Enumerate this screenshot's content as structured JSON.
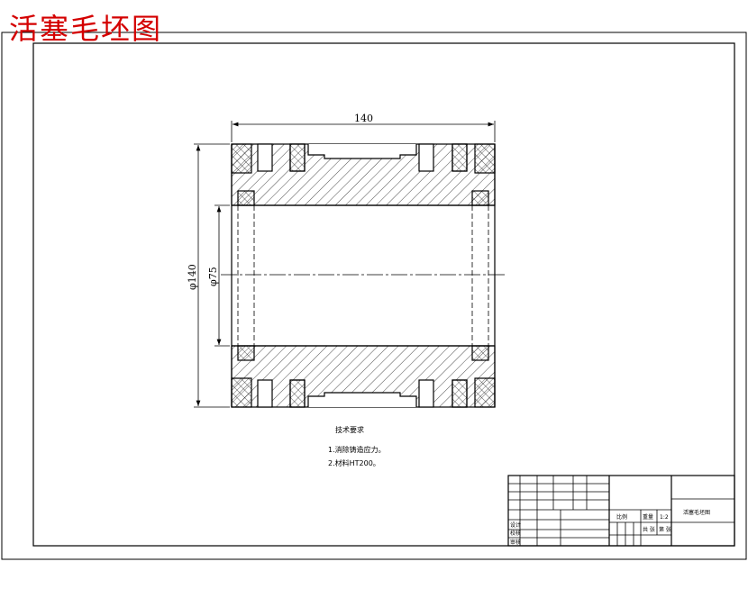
{
  "title": "活塞毛坯图",
  "dimensions": {
    "length": "140",
    "outer_diameter": "φ140",
    "inner_diameter": "φ75"
  },
  "notes": {
    "heading": "技术要求",
    "items": [
      "1.消除铸造应力。",
      "2.材料HT200。"
    ]
  },
  "title_block": {
    "part_name": "活塞毛坯图",
    "design": "设计",
    "check": "校核",
    "approve": "审核",
    "weight": "重量",
    "scale": "比例",
    "scale_value": "1:2",
    "sheets": "共 张",
    "sheet_no": "第 张"
  }
}
